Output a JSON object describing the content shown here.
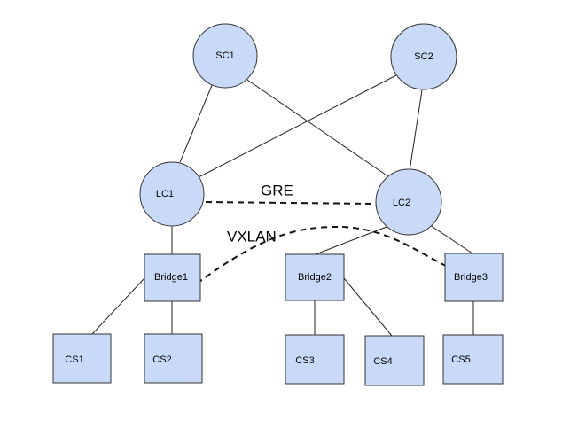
{
  "nodes": {
    "sc1": {
      "label": "SC1",
      "type": "circle"
    },
    "sc2": {
      "label": "SC2",
      "type": "circle"
    },
    "lc1": {
      "label": "LC1",
      "type": "circle"
    },
    "lc2": {
      "label": "LC2",
      "type": "circle"
    },
    "bridge1": {
      "label": "Bridge1",
      "type": "box"
    },
    "bridge2": {
      "label": "Bridge2",
      "type": "box"
    },
    "bridge3": {
      "label": "Bridge3",
      "type": "box"
    },
    "cs1": {
      "label": "CS1",
      "type": "box"
    },
    "cs2": {
      "label": "CS2",
      "type": "box"
    },
    "cs3": {
      "label": "CS3",
      "type": "box"
    },
    "cs4": {
      "label": "CS4",
      "type": "box"
    },
    "cs5": {
      "label": "CS5",
      "type": "box"
    }
  },
  "edges": [
    [
      "sc1",
      "lc1"
    ],
    [
      "sc1",
      "lc2"
    ],
    [
      "sc2",
      "lc1"
    ],
    [
      "sc2",
      "lc2"
    ],
    [
      "lc1",
      "bridge1"
    ],
    [
      "lc2",
      "bridge2"
    ],
    [
      "lc2",
      "bridge3"
    ],
    [
      "bridge1",
      "cs1"
    ],
    [
      "bridge1",
      "cs2"
    ],
    [
      "bridge2",
      "cs3"
    ],
    [
      "bridge2",
      "cs4"
    ],
    [
      "bridge3",
      "cs5"
    ]
  ],
  "tunnels": {
    "gre": {
      "label": "GRE",
      "from": "lc1",
      "to": "lc2",
      "style": "dashed"
    },
    "vxlan": {
      "label": "VXLAN",
      "from": "bridge1",
      "to": "bridge3",
      "style": "dashed"
    }
  },
  "colors": {
    "node_fill": "#c9daf8",
    "node_stroke": "#333333",
    "edge": "#222222"
  }
}
